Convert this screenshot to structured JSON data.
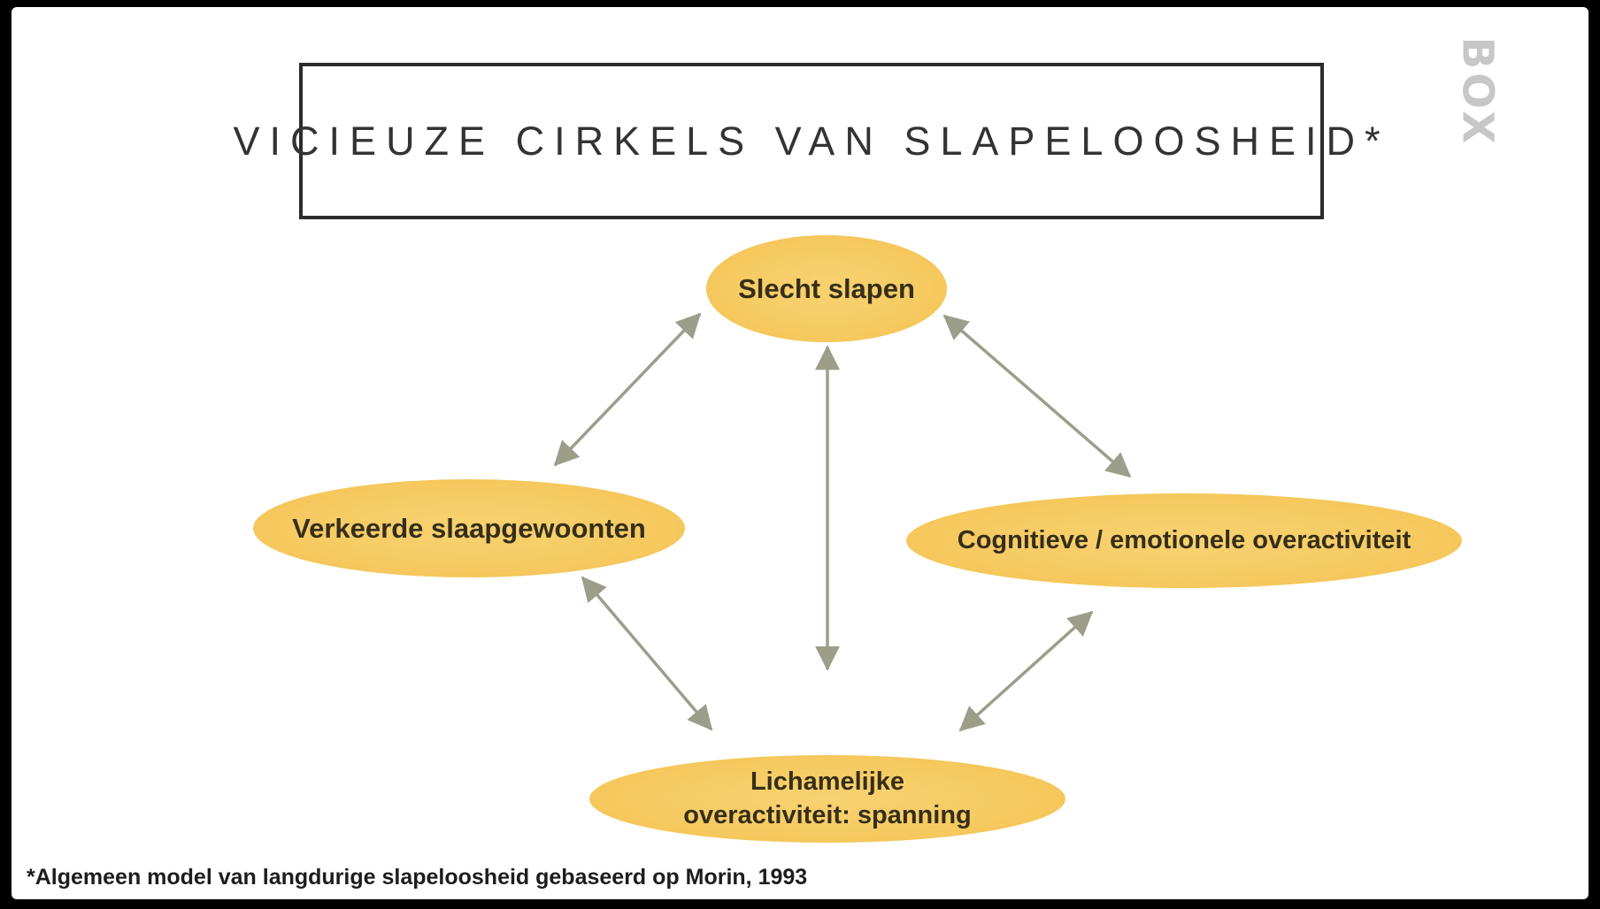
{
  "slide": {
    "title": "VICIEUZE CIRKELS VAN SLAPELOOSHEID*",
    "footnote": "*Algemeen model van langdurige slapeloosheid gebaseerd op Morin, 1993",
    "logo_text": "BOX"
  },
  "diagram": {
    "type": "cycle-diagram",
    "nodes": [
      {
        "id": "slecht-slapen",
        "label": "Slecht slapen"
      },
      {
        "id": "verkeerde-slaapgewoonten",
        "label": "Verkeerde slaapgewoonten"
      },
      {
        "id": "cognitieve-emotionele-overactiviteit",
        "label": "Cognitieve / emotionele overactiviteit"
      },
      {
        "id": "lichamelijke-overactiviteit",
        "label": "Lichamelijke overactiviteit: spanning",
        "lines": [
          "Lichamelijke",
          "overactiviteit: spanning"
        ]
      }
    ],
    "edges": [
      {
        "from": "slecht-slapen",
        "to": "verkeerde-slaapgewoonten",
        "bidirectional": true
      },
      {
        "from": "slecht-slapen",
        "to": "lichamelijke-overactiviteit",
        "bidirectional": true
      },
      {
        "from": "slecht-slapen",
        "to": "cognitieve-emotionele-overactiviteit",
        "bidirectional": true
      },
      {
        "from": "verkeerde-slaapgewoonten",
        "to": "lichamelijke-overactiviteit",
        "bidirectional": true
      },
      {
        "from": "cognitieve-emotionele-overactiviteit",
        "to": "lichamelijke-overactiviteit",
        "bidirectional": true
      }
    ],
    "colors": {
      "node_fill": "#f6c95f",
      "node_text": "#352e1a",
      "arrow": "#9d9e8a",
      "title_border": "#2b2b2b",
      "background": "#ffffff",
      "frame": "#000000",
      "logo": "#c7c7c7"
    }
  }
}
